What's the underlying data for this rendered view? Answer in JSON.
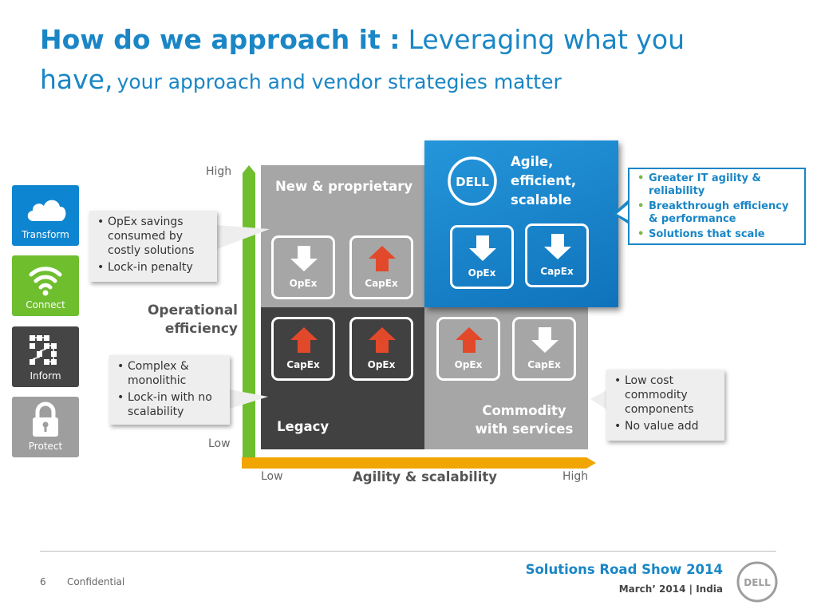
{
  "title": {
    "bold": "How do we approach it :",
    "part1": "Leveraging what you",
    "part2": "have,",
    "part3": "your approach and vendor strategies matter"
  },
  "sidebar": [
    {
      "label": "Transform",
      "icon": "cloud-icon",
      "color": "#0d85d0"
    },
    {
      "label": "Connect",
      "icon": "wifi-icon",
      "color": "#6ebe2e"
    },
    {
      "label": "Inform",
      "icon": "network-icon",
      "color": "#454545"
    },
    {
      "label": "Protect",
      "icon": "lock-icon",
      "color": "#9e9e9e"
    }
  ],
  "axes": {
    "y_high": "High",
    "y_low": "Low",
    "y_label_line1": "Operational",
    "y_label_line2": "efficiency",
    "x_low": "Low",
    "x_high": "High",
    "x_label": "Agility & scalability"
  },
  "quadrants": {
    "top_left": {
      "title": "New & proprietary",
      "cards": [
        {
          "label": "OpEx",
          "arrow": "down",
          "arrow_color": "#ffffff"
        },
        {
          "label": "CapEx",
          "arrow": "up",
          "arrow_color": "#e2492a"
        }
      ]
    },
    "top_right": {
      "title_line1": "Agile,",
      "title_line2": "efficient,",
      "title_line3": "scalable",
      "cards": [
        {
          "label": "OpEx",
          "arrow": "down",
          "arrow_color": "#ffffff"
        },
        {
          "label": "CapEx",
          "arrow": "down",
          "arrow_color": "#ffffff"
        }
      ]
    },
    "bottom_left": {
      "title": "Legacy",
      "cards": [
        {
          "label": "CapEx",
          "arrow": "up",
          "arrow_color": "#e2492a"
        },
        {
          "label": "OpEx",
          "arrow": "up",
          "arrow_color": "#e2492a"
        }
      ]
    },
    "bottom_right": {
      "title_line1": "Commodity",
      "title_line2": "with services",
      "cards": [
        {
          "label": "OpEx",
          "arrow": "up",
          "arrow_color": "#e2492a"
        },
        {
          "label": "CapEx",
          "arrow": "down",
          "arrow_color": "#ffffff"
        }
      ]
    }
  },
  "callouts": {
    "top_left": [
      "OpEx savings consumed by costly solutions",
      "Lock-in penalty"
    ],
    "bottom_left": [
      "Complex & monolithic",
      "Lock-in with no scalability"
    ],
    "bottom_right": [
      "Low cost commodity components",
      "No value add"
    ],
    "top_right": [
      "Greater IT agility & reliability",
      "Breakthrough efficiency & performance",
      "Solutions that scale"
    ]
  },
  "logo_text": "DELL",
  "footer": {
    "page_number": "6",
    "confidential": "Confidential",
    "event": "Solutions Road Show 2014",
    "date_location": "March’ 2014 | India"
  },
  "colors": {
    "title_blue": "#1a86c6",
    "quad_gray": "#a6a6a6",
    "quad_dark": "#414141",
    "quad_blue": "#1481cb",
    "axis_green": "#6ebe2e",
    "axis_orange": "#f0a500",
    "arrow_red": "#e2492a"
  }
}
